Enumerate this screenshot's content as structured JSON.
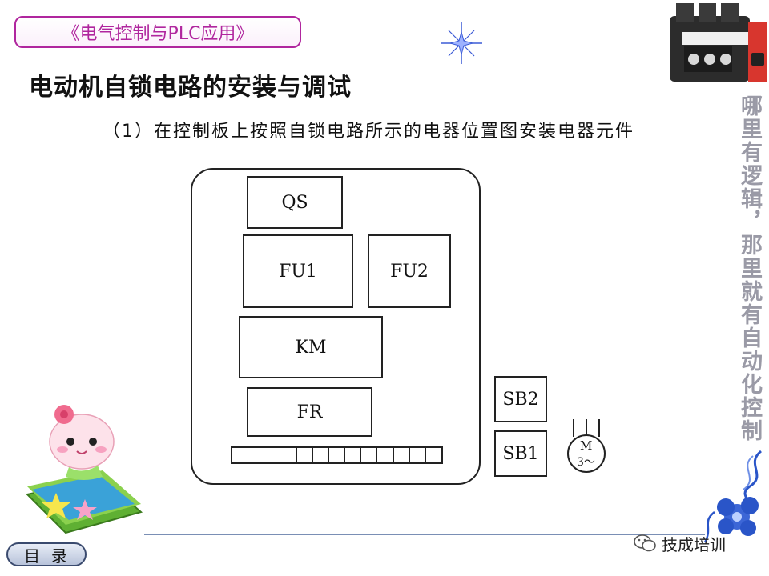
{
  "header": {
    "course_title": "《电气控制与PLC应用》"
  },
  "page": {
    "title": "电动机自锁电路的安装与调试",
    "subtitle": "（1）在控制板上按照自锁电路所示的电器位置图安装电器元件"
  },
  "diagram": {
    "components": {
      "qs": "QS",
      "fu1": "FU1",
      "fu2": "FU2",
      "km": "KM",
      "fr": "FR",
      "sb2": "SB2",
      "sb1": "SB1"
    },
    "motor": {
      "label": "M",
      "phase": "3～"
    }
  },
  "sidebar": {
    "slogan": "哪里有逻辑，那里就有自动化控制"
  },
  "footer": {
    "menu_label": "目录",
    "watermark": "技成培训"
  },
  "colors": {
    "accent_magenta": "#b0269e",
    "slogan_gray": "#9a9aa6",
    "nav_blue": "#3a4a6e"
  }
}
